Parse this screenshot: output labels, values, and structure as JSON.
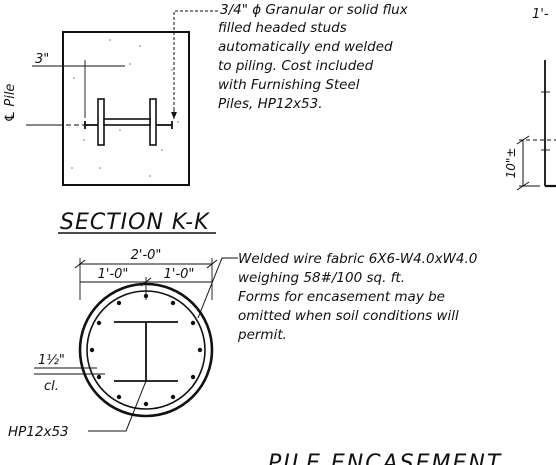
{
  "section_kk": {
    "title": "SECTION K-K",
    "dim_3in": "3\"",
    "pile_cl_label": "℄ Pile",
    "stud_note": [
      "3/4\" ϕ Granular or solid flux",
      "filled headed studs",
      "automatically end welded",
      "to piling.  Cost included",
      "with Furnishing Steel",
      "Piles, HP12x53."
    ]
  },
  "right_partial": {
    "top_label": "1'-",
    "side_dim": "10\"±"
  },
  "circular_section": {
    "overall_dim": "2'-0\"",
    "half_dim_left": "1'-0\"",
    "half_dim_right": "1'-0\"",
    "cover_dim": "1½\"",
    "cover_suffix": "cl.",
    "pile_label": "HP12x53",
    "fabric_note": [
      "Welded wire fabric 6X6-W4.0xW4.0",
      "weighing 58#/100 sq. ft.",
      "Forms for encasement may be",
      "omitted when soil conditions will",
      "permit."
    ]
  },
  "bottom_title": "PILE ENCASEMENT"
}
